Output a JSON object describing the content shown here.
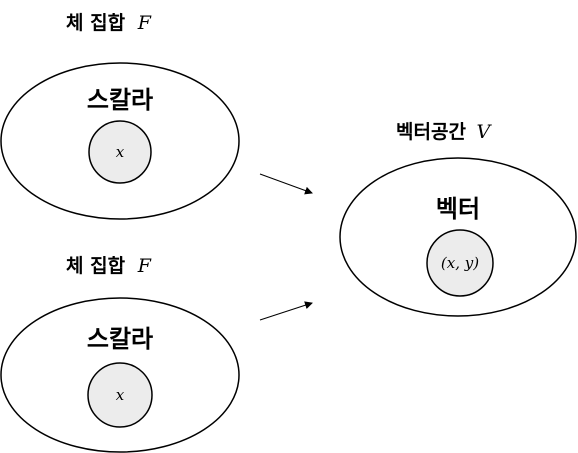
{
  "field_top": {
    "title": "체 집합",
    "symbol": "F",
    "inner_label": "스칼라",
    "element": "x"
  },
  "field_bottom": {
    "title": "체 집합",
    "symbol": "F",
    "inner_label": "스칼라",
    "element": "x"
  },
  "vector_space": {
    "title": "벡터공간",
    "symbol": "V",
    "inner_label": "벡터",
    "element": "(x, y)"
  },
  "colors": {
    "stroke": "#000000",
    "small_circle_fill": "#ececec",
    "background": "#ffffff"
  }
}
